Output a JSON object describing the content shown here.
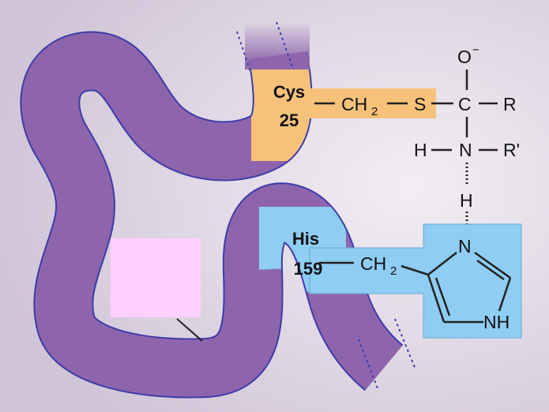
{
  "diagram": {
    "colors": {
      "background": "#dcd3e0",
      "chain": "#8e65ad",
      "chain_outline": "#3c3ca8",
      "cys_region": "#f6c27a",
      "his_region": "#8fcdf2",
      "label_box": "#ffd0ff",
      "bond_line": "#222222"
    },
    "cys": {
      "name": "Cys",
      "number": "25"
    },
    "his": {
      "name": "His",
      "number": "159"
    },
    "cys_side_chain": {
      "ch": "CH",
      "sub": "2",
      "sulfur": "S"
    },
    "his_side_chain": {
      "ch": "CH",
      "sub": "2"
    },
    "substrate": {
      "oxygen": "O",
      "charge": "−",
      "carbon": "C",
      "r_group": "R",
      "hydrogen": "H",
      "nitrogen": "N",
      "r_prime_group": "R'"
    },
    "hbond_hydrogen": "H",
    "imidazole": {
      "ring_n": "N",
      "ring_nh": "NH"
    }
  }
}
